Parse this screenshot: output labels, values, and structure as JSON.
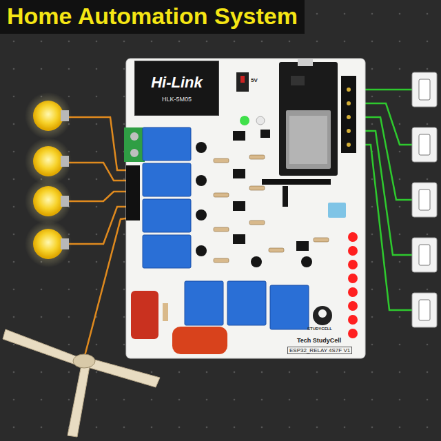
{
  "diagram": {
    "title": "Home Automation System",
    "nodes": [
      {
        "text": [
          "Tech StudyCell",
          "ESP32_RELAY 4S7F V1"
        ]
      },
      {
        "text": [
          "Hi-Link",
          "HLK-5M05"
        ],
        "in": 0
      }
    ],
    "labels": [
      "5V",
      "STUDYCELL"
    ]
  }
}
